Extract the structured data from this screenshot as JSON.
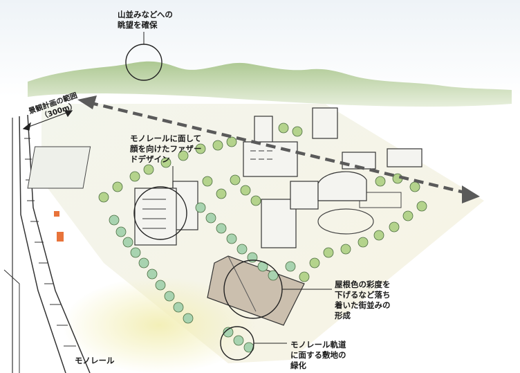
{
  "annotations": {
    "mountain_view": [
      "山並みなどへの",
      "眺望を確保"
    ],
    "range": [
      "景観計画の範囲",
      "（300m）"
    ],
    "facade": [
      "モノレールに面して",
      "顔を向けたファザー",
      "ドデザイン"
    ],
    "roof": [
      "屋根色の彩度を",
      "下げるなど落ち",
      "着いた街並みの",
      "形成"
    ],
    "greening": [
      "モノレール軌道",
      "に面する敷地の",
      "緑化"
    ],
    "monorail": [
      "モノレール"
    ]
  }
}
